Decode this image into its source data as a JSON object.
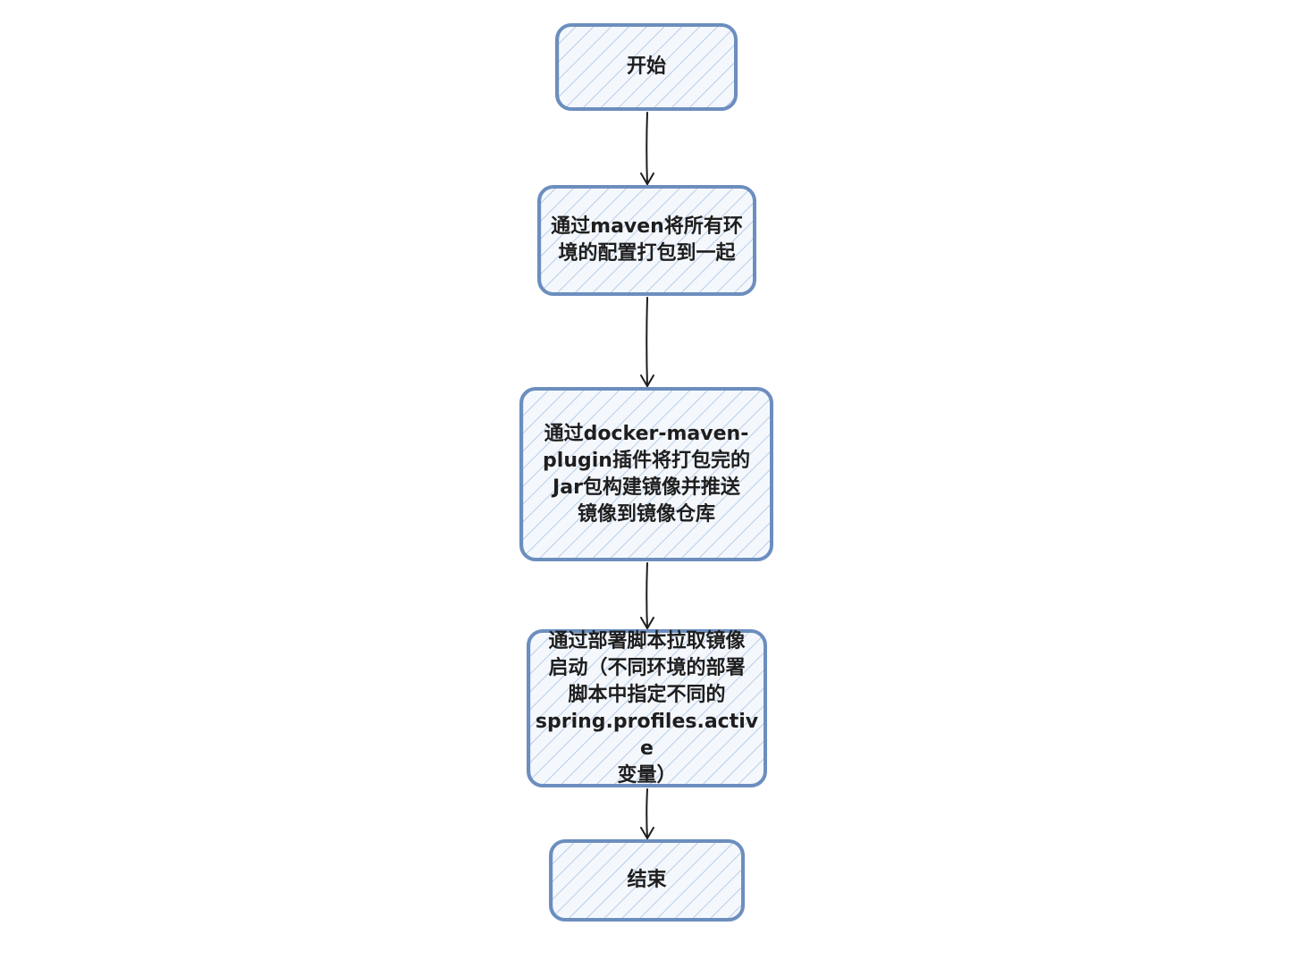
{
  "diagram": {
    "type": "flowchart",
    "colors": {
      "stroke": "#6c8ebf",
      "hatch": "#b8cde6",
      "fill": "#f4f8fd",
      "arrow": "#1e1e1e",
      "text": "#1e1e1e"
    },
    "nodes": [
      {
        "id": "start",
        "lines": [
          "开始"
        ]
      },
      {
        "id": "package",
        "lines": [
          "通过maven将所有环",
          "境的配置打包到一起"
        ]
      },
      {
        "id": "build",
        "lines": [
          "通过docker-maven-",
          "plugin插件将打包完的",
          "Jar包构建镜像并推送",
          "镜像到镜像仓库"
        ]
      },
      {
        "id": "deploy",
        "lines": [
          "通过部署脚本拉取镜像",
          "启动（不同环境的部署",
          "脚本中指定不同的",
          "spring.profiles.active",
          "变量）"
        ]
      },
      {
        "id": "end",
        "lines": [
          "结束"
        ]
      }
    ],
    "edges": [
      {
        "from": "start",
        "to": "package"
      },
      {
        "from": "package",
        "to": "build"
      },
      {
        "from": "build",
        "to": "deploy"
      },
      {
        "from": "deploy",
        "to": "end"
      }
    ]
  }
}
